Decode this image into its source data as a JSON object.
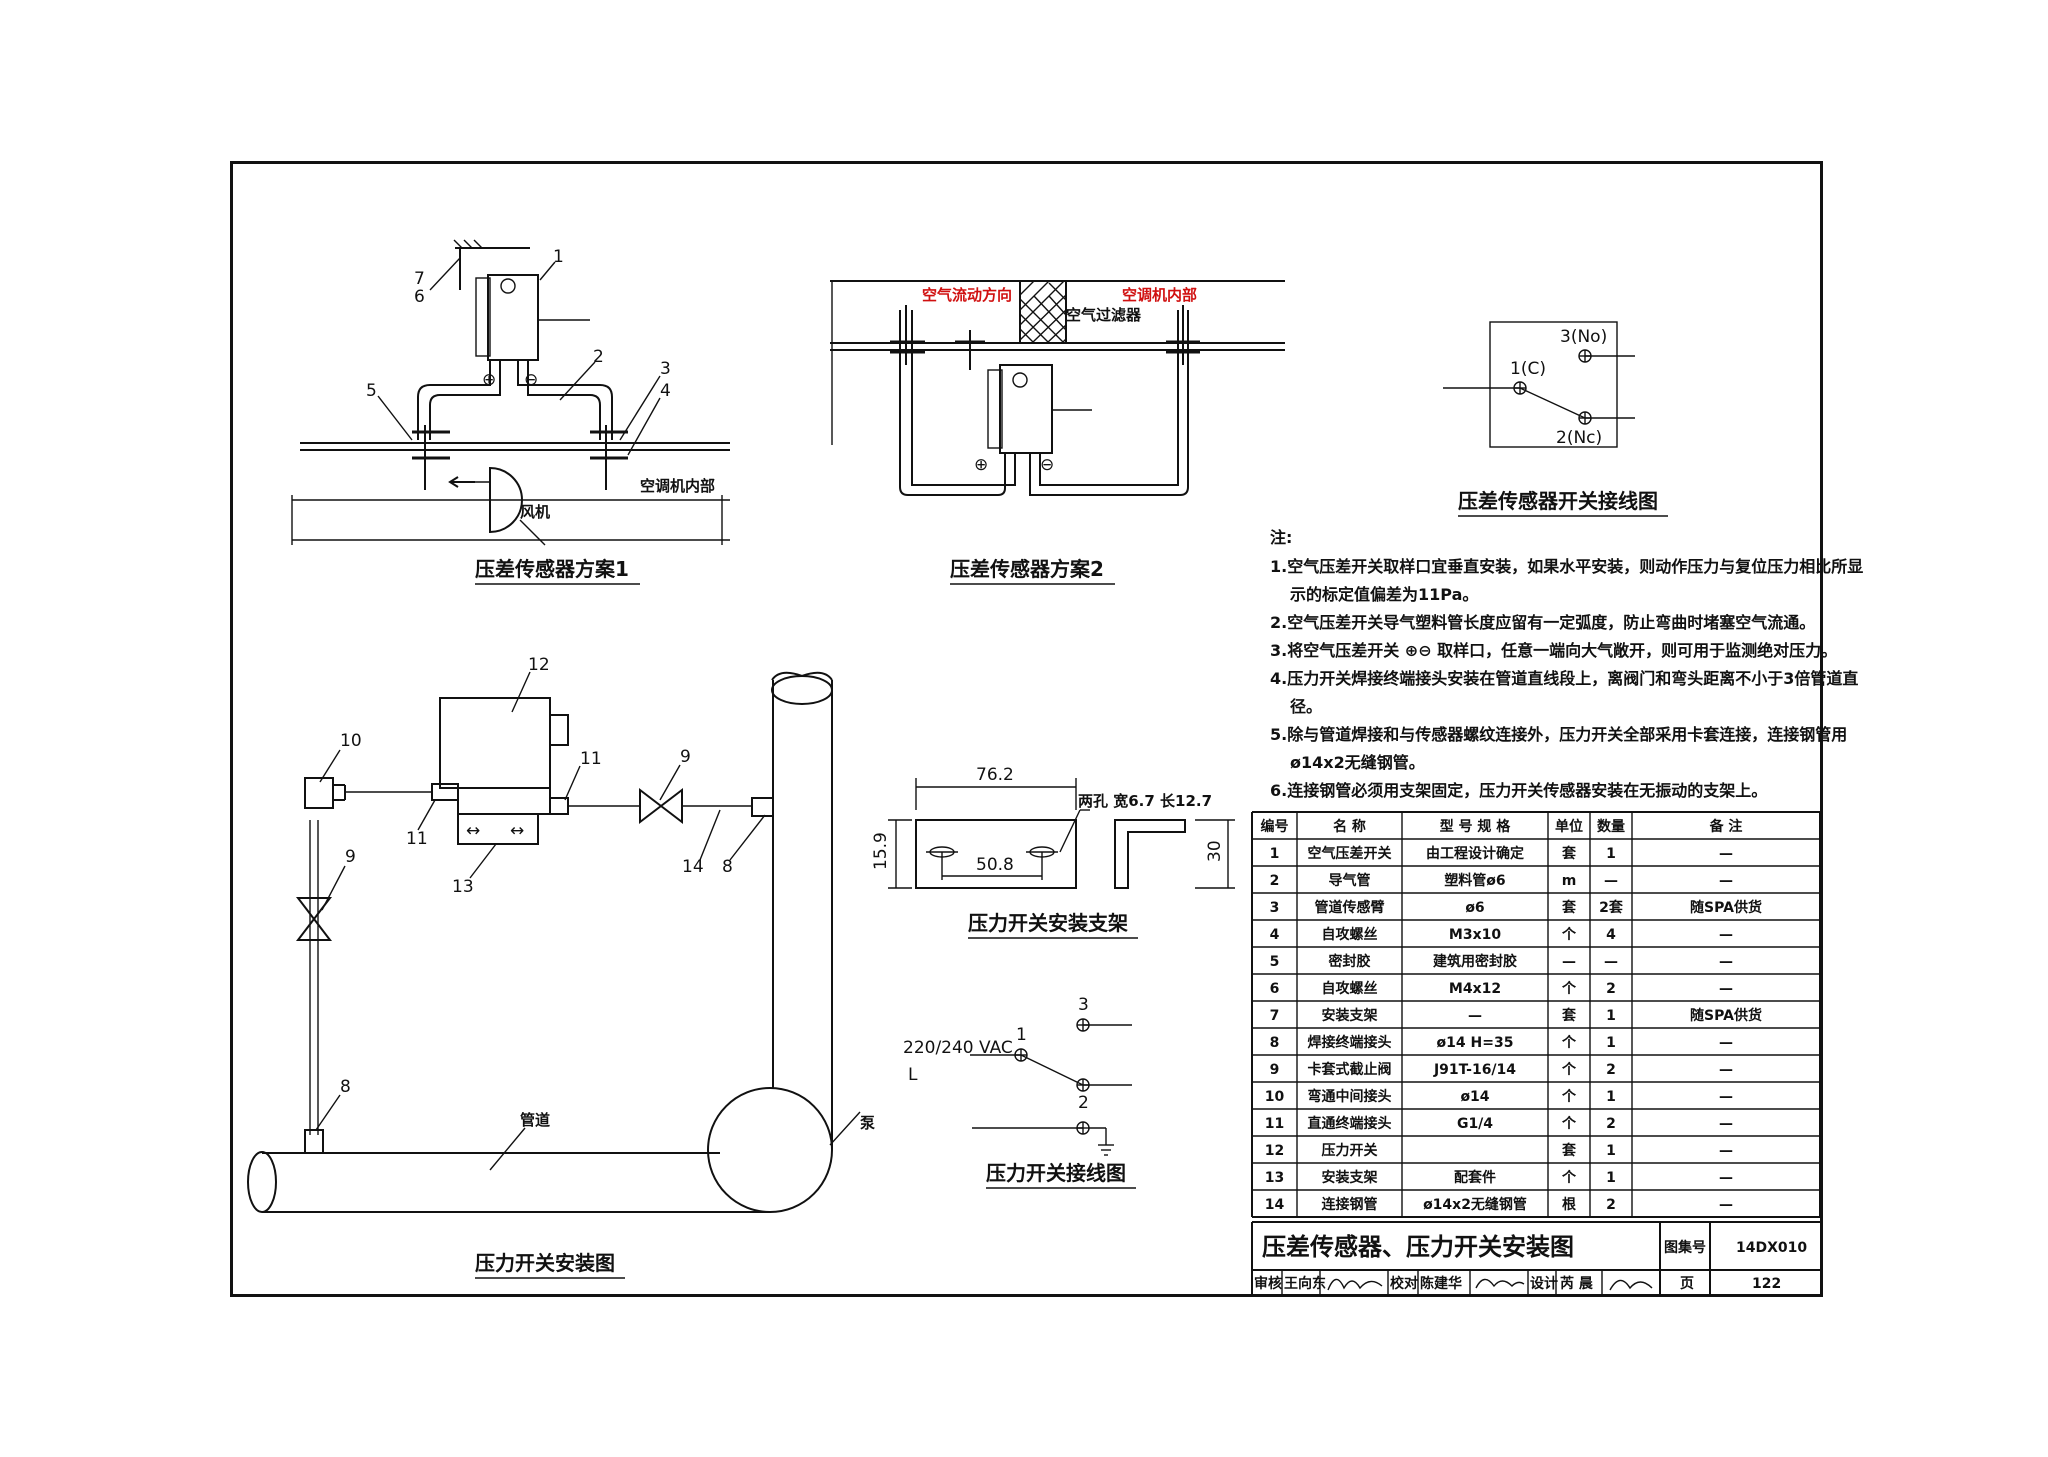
{
  "diagram1": {
    "title": "压差传感器方案1",
    "labels": [
      "1",
      "2",
      "3",
      "4",
      "5",
      "6",
      "7"
    ],
    "interior": "空调机内部",
    "fan": "风机",
    "plus": "⊕",
    "minus": "⊖"
  },
  "diagram2": {
    "title": "压差传感器方案2",
    "airflow": "空气流动方向",
    "interior": "空调机内部",
    "filter": "空气过滤器",
    "plus": "⊕",
    "minus": "⊖"
  },
  "wiring1": {
    "title": "压差传感器开关接线图",
    "c": "1(C)",
    "no": "3(No)",
    "nc": "2(Nc)"
  },
  "notes": {
    "head": "注:",
    "lines": [
      "1.空气压差开关取样口宜垂直安装，如果水平安装，则动作压力与复位压力相比所显",
      "示的标定值偏差为11Pa。",
      "2.空气压差开关导气塑料管长度应留有一定弧度，防止弯曲时堵塞空气流通。",
      "3.将空气压差开关 ⊕⊖ 取样口，任意一端向大气敞开，则可用于监测绝对压力。",
      "4.压力开关焊接终端接头安装在管道直线段上，离阀门和弯头距离不小于3倍管道直",
      "径。",
      "5.除与管道焊接和与传感器螺纹连接外，压力开关全部采用卡套连接，连接钢管用",
      "ø14x2无缝钢管。",
      "6.连接钢管必须用支架固定，压力开关传感器安装在无振动的支架上。"
    ]
  },
  "install": {
    "title": "压力开关安装图",
    "labels": [
      "12",
      "10",
      "11",
      "11",
      "9",
      "9",
      "13",
      "14",
      "8",
      "8"
    ],
    "pipe": "管道",
    "pump": "泵"
  },
  "bracket": {
    "title": "压力开关安装支架",
    "d1": "76.2",
    "d2": "50.8",
    "d3": "15.9",
    "d4": "30",
    "holes": "两孔  宽6.7  长12.7"
  },
  "wiring2": {
    "title": "压力开关接线图",
    "voltage": "220/240 VAC",
    "l": "L",
    "n1": "1",
    "n2": "2",
    "n3": "3"
  },
  "table": {
    "headers": [
      "编号",
      "名  称",
      "型 号 规 格",
      "单位",
      "数量",
      "备  注"
    ],
    "rows": [
      [
        "1",
        "空气压差开关",
        "由工程设计确定",
        "套",
        "1",
        "—"
      ],
      [
        "2",
        "导气管",
        "塑料管ø6",
        "m",
        "—",
        "—"
      ],
      [
        "3",
        "管道传感臂",
        "ø6",
        "套",
        "2套",
        "随SPA供货"
      ],
      [
        "4",
        "自攻螺丝",
        "M3x10",
        "个",
        "4",
        "—"
      ],
      [
        "5",
        "密封胶",
        "建筑用密封胶",
        "—",
        "—",
        "—"
      ],
      [
        "6",
        "自攻螺丝",
        "M4x12",
        "个",
        "2",
        "—"
      ],
      [
        "7",
        "安装支架",
        "—",
        "套",
        "1",
        "随SPA供货"
      ],
      [
        "8",
        "焊接终端接头",
        "ø14   H=35",
        "个",
        "1",
        "—"
      ],
      [
        "9",
        "卡套式截止阀",
        "J91T-16/14",
        "个",
        "2",
        "—"
      ],
      [
        "10",
        "弯通中间接头",
        "ø14",
        "个",
        "1",
        "—"
      ],
      [
        "11",
        "直通终端接头",
        "G1/4",
        "个",
        "2",
        "—"
      ],
      [
        "12",
        "压力开关",
        "",
        "套",
        "1",
        "—"
      ],
      [
        "13",
        "安装支架",
        "配套件",
        "个",
        "1",
        "—"
      ],
      [
        "14",
        "连接钢管",
        "ø14x2无缝钢管",
        "根",
        "2",
        "—"
      ]
    ]
  },
  "titleblock": {
    "title": "压差传感器、压力开关安装图",
    "atlas_label": "图集号",
    "atlas_no": "14DX010",
    "review": "审核",
    "reviewer": "王向东",
    "check": "校对",
    "checker": "陈建华",
    "design": "设计",
    "designer": "芮 晨",
    "page_label": "页",
    "page_no": "122"
  }
}
